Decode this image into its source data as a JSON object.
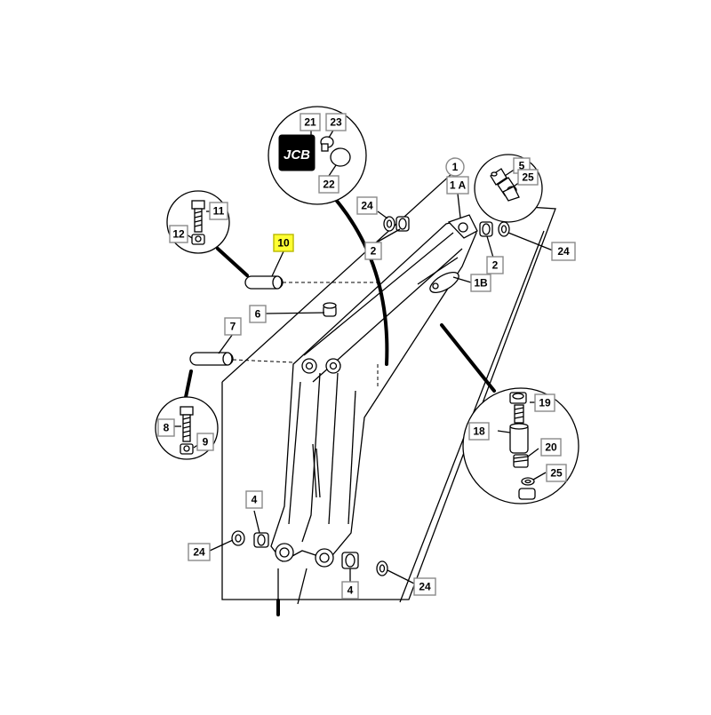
{
  "diagram": {
    "logo_text": "JCB",
    "callouts": [
      {
        "id": "c1",
        "text": "1"
      },
      {
        "id": "c1a",
        "text": "1 A"
      },
      {
        "id": "c1b",
        "text": "1B"
      },
      {
        "id": "c2a",
        "text": "2"
      },
      {
        "id": "c2b",
        "text": "2"
      },
      {
        "id": "c4a",
        "text": "4"
      },
      {
        "id": "c4b",
        "text": "4"
      },
      {
        "id": "c5",
        "text": "5"
      },
      {
        "id": "c6",
        "text": "6"
      },
      {
        "id": "c7",
        "text": "7"
      },
      {
        "id": "c8",
        "text": "8"
      },
      {
        "id": "c9",
        "text": "9"
      },
      {
        "id": "c10",
        "text": "10",
        "highlight": true
      },
      {
        "id": "c11",
        "text": "11"
      },
      {
        "id": "c12",
        "text": "12"
      },
      {
        "id": "c18",
        "text": "18"
      },
      {
        "id": "c19",
        "text": "19"
      },
      {
        "id": "c20",
        "text": "20"
      },
      {
        "id": "c21",
        "text": "21"
      },
      {
        "id": "c22",
        "text": "22"
      },
      {
        "id": "c23",
        "text": "23"
      },
      {
        "id": "c24a",
        "text": "24"
      },
      {
        "id": "c24b",
        "text": "24"
      },
      {
        "id": "c24c",
        "text": "24"
      },
      {
        "id": "c24d",
        "text": "24"
      },
      {
        "id": "c25a",
        "text": "25"
      },
      {
        "id": "c25b",
        "text": "25"
      }
    ],
    "colors": {
      "highlight": "#ffff33",
      "label_border": "#8a8a8a",
      "line": "#000000"
    }
  }
}
